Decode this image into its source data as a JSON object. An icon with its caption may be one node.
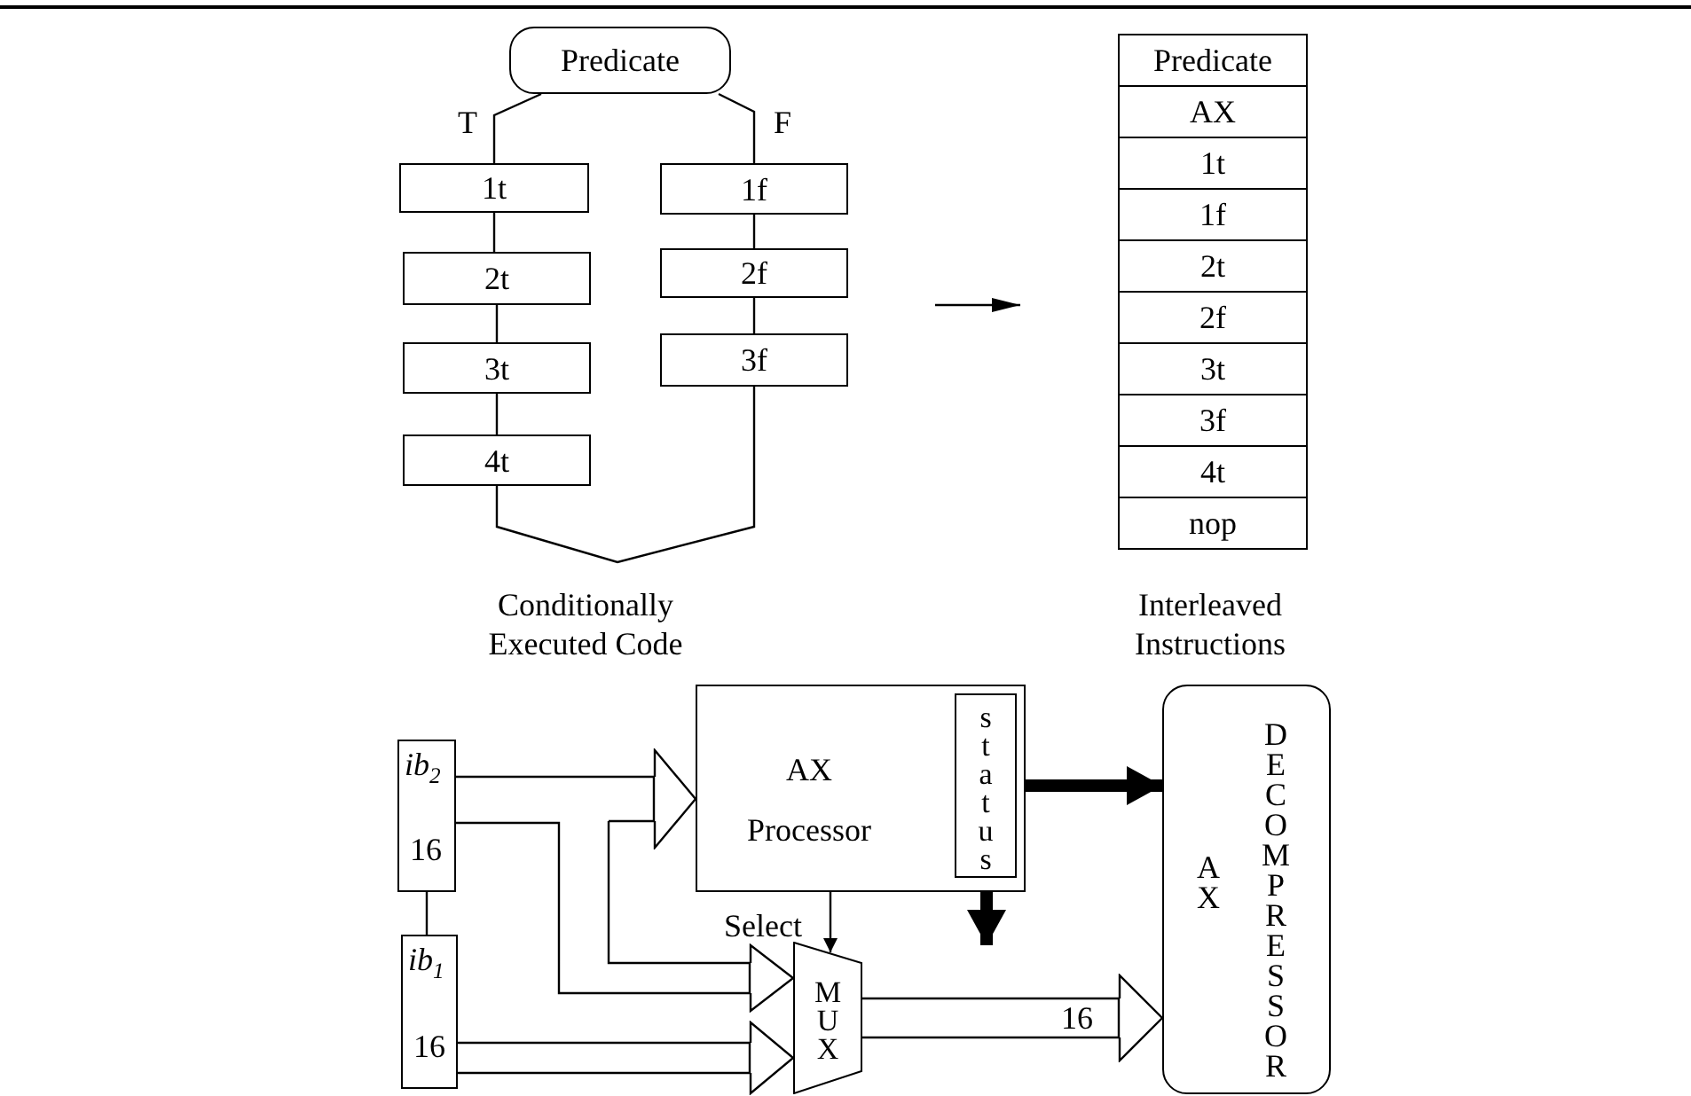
{
  "diagram": {
    "nodes": [
      {
        "text": [
          "Predicate"
        ]
      },
      {
        "text": [
          "1t"
        ]
      },
      {
        "text": [
          "2t"
        ]
      },
      {
        "text": [
          "3t"
        ]
      },
      {
        "text": [
          "4t"
        ]
      },
      {
        "text": [
          "1f"
        ]
      },
      {
        "text": [
          "2f"
        ]
      },
      {
        "text": [
          "3f"
        ]
      },
      {
        "text": [
          "*ib*$_{2}$",
          "16"
        ]
      },
      {
        "text": [
          "*ib*$_{1}$",
          "16"
        ]
      },
      {
        "text": [
          "AX Processor"
        ]
      },
      {
        "text": [
          "status"
        ],
        "in": 10
      },
      {
        "text": [
          "MUX"
        ]
      },
      {
        "text": [
          "AX",
          "DECOMPRESSOR"
        ]
      }
    ],
    "edges": [
      {
        "from": 0,
        "to": 1,
        "arrow": "none",
        "label": "T"
      },
      {
        "from": 0,
        "to": 5,
        "arrow": "none",
        "label": "F"
      },
      {
        "from": 1,
        "to": 2,
        "arrow": "none"
      },
      {
        "from": 2,
        "to": 3,
        "arrow": "none"
      },
      {
        "from": 3,
        "to": 4,
        "arrow": "none"
      },
      {
        "from": 5,
        "to": 6,
        "arrow": "none"
      },
      {
        "from": 6,
        "to": 7,
        "arrow": "none"
      },
      {
        "from": 4,
        "to": 7,
        "arrow": "none"
      },
      {
        "from": 8,
        "to": 9,
        "arrow": "none"
      },
      {
        "from": 8,
        "to": 10,
        "arrow": "to"
      },
      {
        "from": 8,
        "to": 12,
        "arrow": "to"
      },
      {
        "from": 9,
        "to": 12,
        "arrow": "to"
      },
      {
        "from": 10,
        "to": 12,
        "arrow": "to",
        "label": "Select"
      },
      {
        "from": 11,
        "to": 13,
        "arrow": "to",
        "style": "thick"
      },
      {
        "from": 11,
        "to": null,
        "arrow": "to",
        "style": "thick"
      },
      {
        "from": 12,
        "to": 13,
        "arrow": "to",
        "label": "16"
      }
    ],
    "labels": [
      "Predicate",
      "AX",
      "1t",
      "1f",
      "2t",
      "2f",
      "3t",
      "3f",
      "4t",
      "nop",
      "Conditionally Executed Code",
      "Interleaved Instructions"
    ]
  }
}
